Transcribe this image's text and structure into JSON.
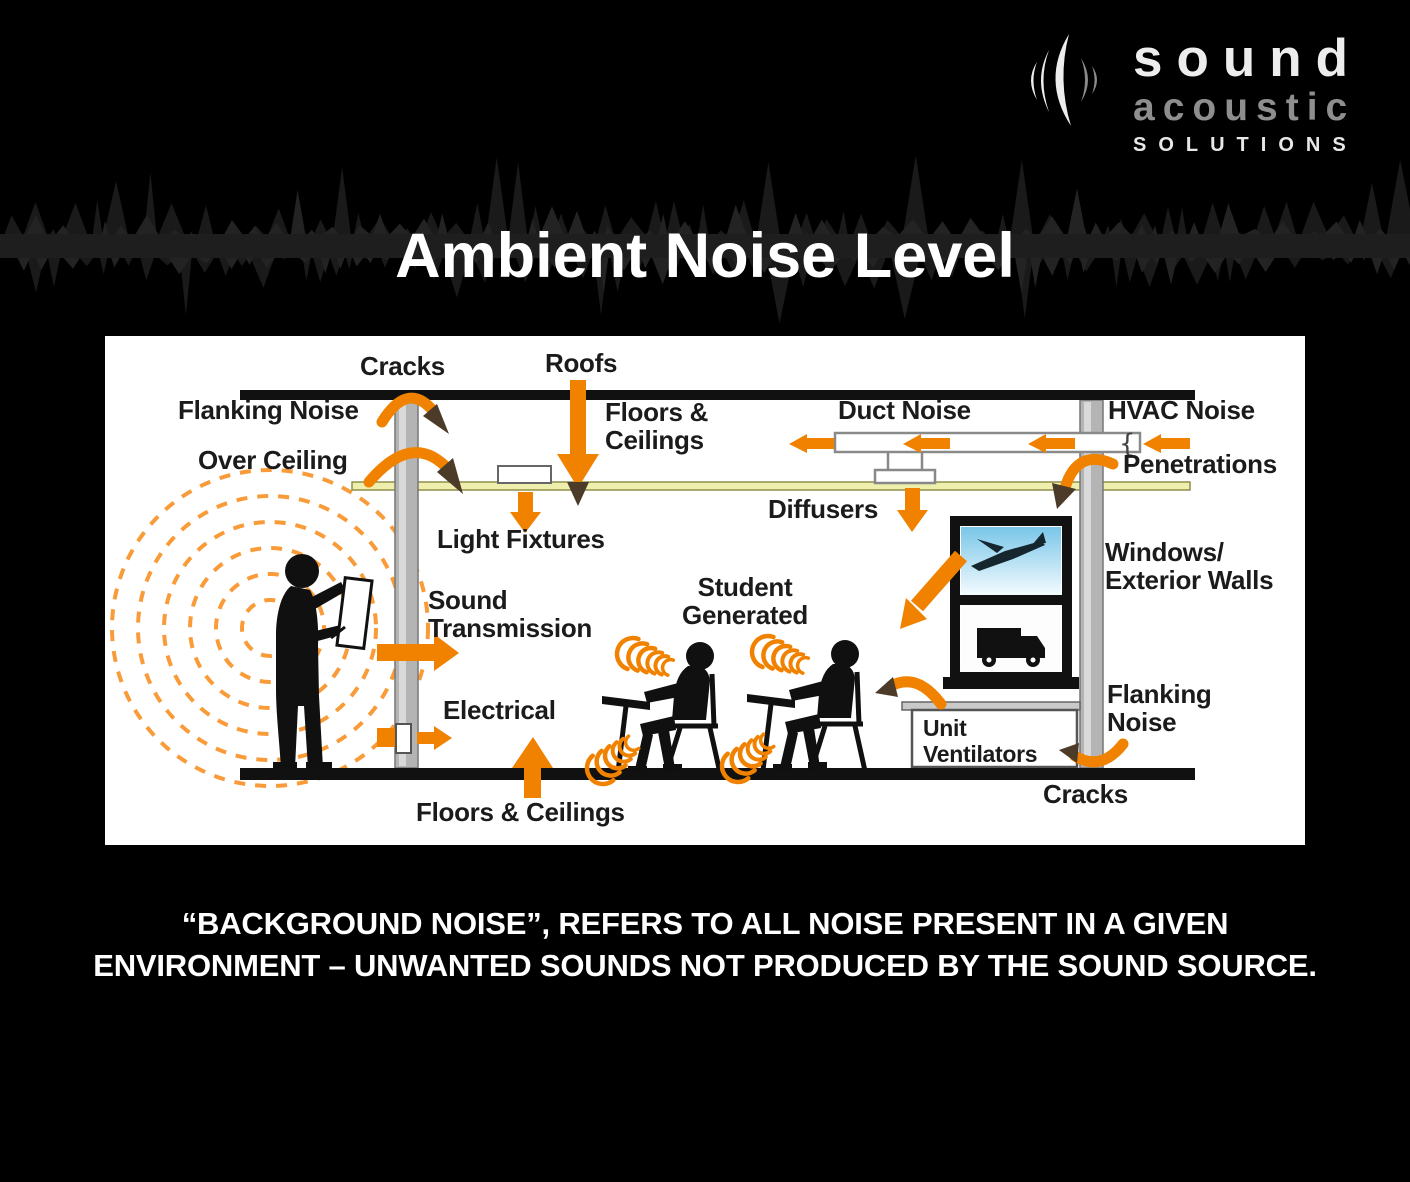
{
  "logo": {
    "icon": "sound-wave-arcs-icon",
    "main": "sound",
    "sub": "acoustic",
    "tagline": "SOLUTIONS"
  },
  "title": "Ambient Noise Level",
  "diagram": {
    "labels": {
      "cracks_top": "Cracks",
      "roofs": "Roofs",
      "flanking_noise_left": "Flanking Noise",
      "floors_ceilings_top_1": "Floors &",
      "floors_ceilings_top_2": "Ceilings",
      "duct_noise": "Duct Noise",
      "hvac_noise": "HVAC Noise",
      "over_ceiling": "Over Ceiling",
      "penetrations": "Penetrations",
      "light_fixtures": "Light Fixtures",
      "diffusers": "Diffusers",
      "sound_transmission_1": "Sound",
      "sound_transmission_2": "Transmission",
      "student_generated_1": "Student",
      "student_generated_2": "Generated",
      "windows_exterior_1": "Windows/",
      "windows_exterior_2": "Exterior Walls",
      "electrical": "Electrical",
      "flanking_noise_right_1": "Flanking",
      "flanking_noise_right_2": "Noise",
      "unit_ventilators_1": "Unit",
      "unit_ventilators_2": "Ventilators",
      "floors_ceilings_bottom": "Floors & Ceilings",
      "cracks_bottom": "Cracks",
      "duct_end_brace": "{"
    },
    "colors": {
      "arrow_orange": "#F08200",
      "dashed_ring_orange": "#F89B38",
      "ceiling_yellow": "#EFEFAD",
      "wall_gray": "#B4B4B4",
      "arrowhead_brown": "#4B3B28"
    }
  },
  "caption": {
    "line1": "“BACKGROUND NOISE”, REFERS TO ALL NOISE PRESENT IN A GIVEN",
    "line2": "ENVIRONMENT – UNWANTED SOUNDS NOT PRODUCED BY THE SOUND SOURCE."
  }
}
